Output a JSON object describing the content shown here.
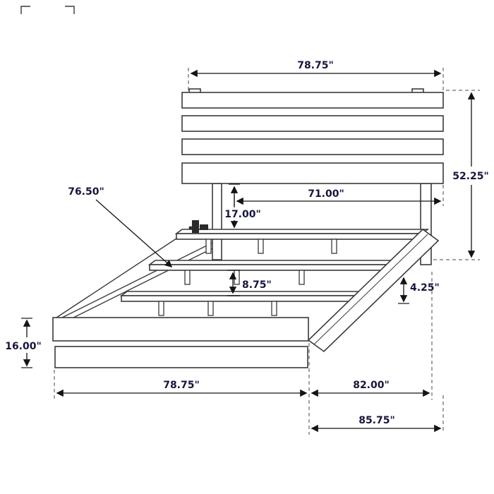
{
  "dimensions": {
    "headboard_width": "78.75\"",
    "headboard_height": "52.25\"",
    "slat_length": "76.50\"",
    "inner_width": "71.00\"",
    "headboard_to_slat": "17.00\"",
    "slat_spacing": "8.75\"",
    "side_rail_height": "4.25\"",
    "footboard_height": "16.00\"",
    "footboard_width": "78.75\"",
    "frame_length": "82.00\"",
    "overall_length": "85.75\""
  },
  "colors": {
    "line": "#3a3a3a",
    "label": "#16163c",
    "dash": "#4a4a4a",
    "dimension": "#141414",
    "background": "#ffffff"
  }
}
